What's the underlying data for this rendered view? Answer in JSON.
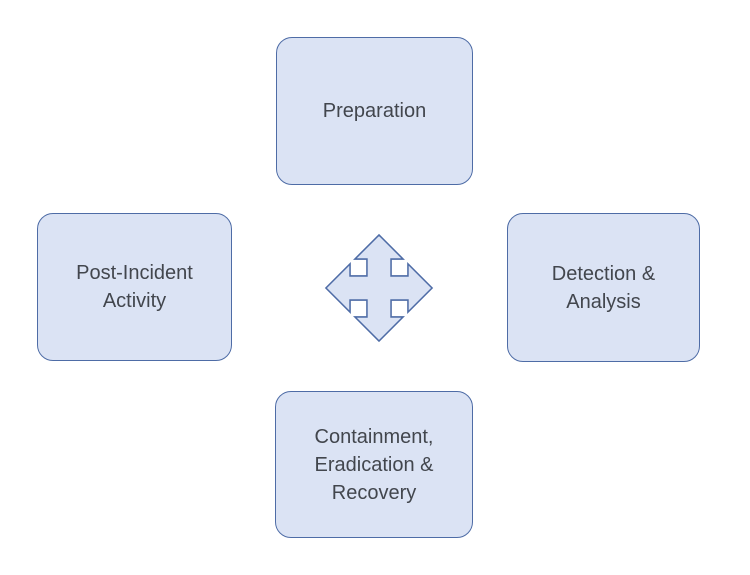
{
  "diagram": {
    "nodes": [
      {
        "id": "preparation",
        "position": "top",
        "label": "Preparation"
      },
      {
        "id": "detection-analysis",
        "position": "right",
        "label": "Detection & Analysis"
      },
      {
        "id": "containment-eradication-recovery",
        "position": "bottom",
        "label": "Containment, Eradication & Recovery"
      },
      {
        "id": "post-incident-activity",
        "position": "left",
        "label": "Post-Incident Activity"
      }
    ],
    "center_icon": "four-way-move-arrow",
    "colors": {
      "node_fill": "#dbe3f4",
      "node_border": "#4e6ca6",
      "icon_fill": "#dbe3f4",
      "icon_border": "#4e6ca6",
      "text": "#42464d",
      "background": "#ffffff"
    }
  }
}
